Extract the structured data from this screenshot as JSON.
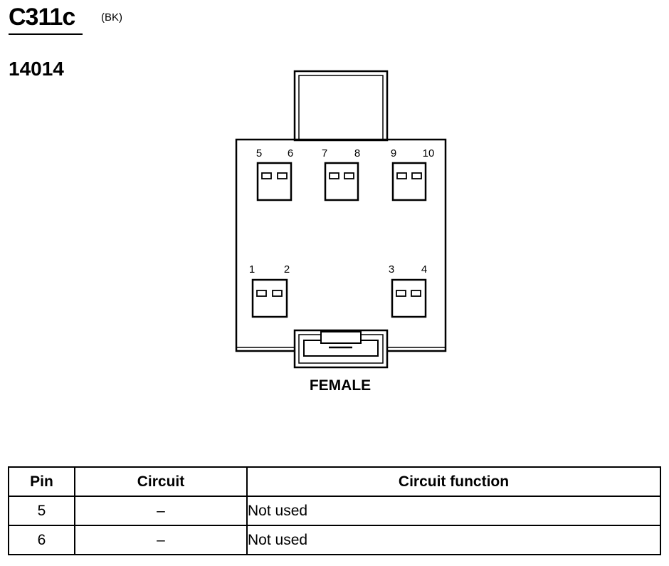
{
  "header": {
    "connector_id": "C311c",
    "color_code": "(BK)",
    "part_number": "14014"
  },
  "connector": {
    "gender": "FEMALE",
    "pins_top": [
      "5",
      "6",
      "7",
      "8",
      "9",
      "10"
    ],
    "pins_bottom": [
      "1",
      "2",
      "3",
      "4"
    ]
  },
  "table": {
    "headers": [
      "Pin",
      "Circuit",
      "Circuit function"
    ],
    "rows": [
      {
        "pin": "5",
        "circuit": "–",
        "function": "Not used"
      },
      {
        "pin": "6",
        "circuit": "–",
        "function": "Not used"
      }
    ]
  }
}
